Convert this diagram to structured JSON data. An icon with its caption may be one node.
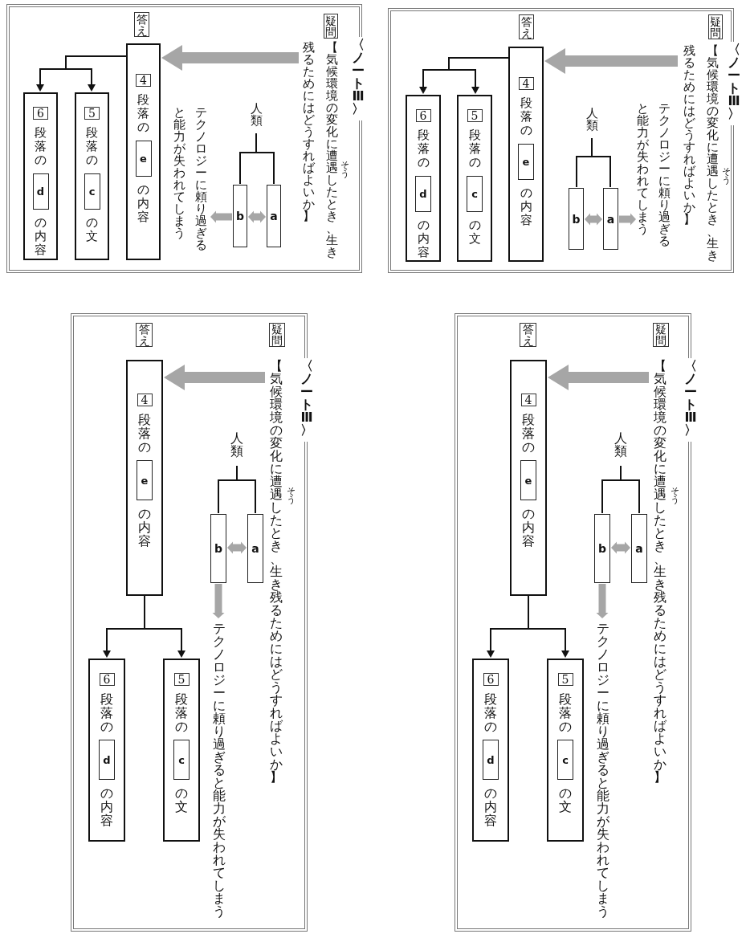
{
  "diagram": {
    "nodes": [
      {
        "text": [
          "〈ノートⅢ〉"
        ]
      },
      {
        "text": [
          "疑問"
        ],
        "in": 0
      },
      {
        "text": [
          "【気候環境の変化に遭遇したとき、生き残るためにはどうすればよいか】"
        ],
        "beside": [
          "そう"
        ],
        "in": 0
      },
      {
        "text": [
          "答え"
        ],
        "in": 0
      },
      {
        "text": [
          "段落の",
          "の内容"
        ],
        "in": 0
      },
      {
        "text": [
          "4"
        ],
        "in": 4
      },
      {
        "text": [
          "e"
        ],
        "in": 4
      },
      {
        "text": [
          "段落の",
          "の文"
        ],
        "in": 0
      },
      {
        "text": [
          "5"
        ],
        "in": 7
      },
      {
        "text": [
          "c"
        ],
        "in": 7
      },
      {
        "text": [
          "段落の",
          "の内容"
        ],
        "in": 0
      },
      {
        "text": [
          "6"
        ],
        "in": 10
      },
      {
        "text": [
          "d"
        ],
        "in": 10
      },
      {
        "text": [
          "人類"
        ],
        "in": 0
      },
      {
        "text": [
          "a"
        ],
        "in": 0
      },
      {
        "text": [
          "b"
        ],
        "in": 0
      },
      {
        "text": [
          "テクノロジーに頼り過ぎると能力が失われてしまう"
        ],
        "in": 0
      },
      {
        "text": [
          "〈ノートⅢ〉"
        ]
      },
      {
        "text": [
          "疑問"
        ],
        "in": 17
      },
      {
        "text": [
          "【気候環境の変化に遭遇したとき、生き残るためにはどうすればよいか】"
        ],
        "beside": [
          "そう"
        ],
        "in": 17
      },
      {
        "text": [
          "答え"
        ],
        "in": 17
      },
      {
        "text": [
          "段落の",
          "の内容"
        ],
        "in": 17
      },
      {
        "text": [
          "4"
        ],
        "in": 21
      },
      {
        "text": [
          "e"
        ],
        "in": 21
      },
      {
        "text": [
          "段落の",
          "の文"
        ],
        "in": 17
      },
      {
        "text": [
          "5"
        ],
        "in": 24
      },
      {
        "text": [
          "c"
        ],
        "in": 24
      },
      {
        "text": [
          "段落の",
          "の内容"
        ],
        "in": 17
      },
      {
        "text": [
          "6"
        ],
        "in": 27
      },
      {
        "text": [
          "d"
        ],
        "in": 27
      },
      {
        "text": [
          "人類"
        ],
        "in": 17
      },
      {
        "text": [
          "a"
        ],
        "in": 17
      },
      {
        "text": [
          "b"
        ],
        "in": 17
      },
      {
        "text": [
          "テクノロジーに頼り過ぎると能力が失われてしまう"
        ],
        "in": 17
      },
      {
        "text": [
          "〈ノートⅢ〉"
        ]
      },
      {
        "text": [
          "疑問"
        ],
        "in": 34
      },
      {
        "text": [
          "【気候環境の変化に遭遇したとき、生き残るためにはどうすればよいか】"
        ],
        "beside": [
          "そう"
        ],
        "in": 34
      },
      {
        "text": [
          "答え"
        ],
        "in": 34
      },
      {
        "text": [
          "段落の",
          "の内容"
        ],
        "in": 34
      },
      {
        "text": [
          "4"
        ],
        "in": 38
      },
      {
        "text": [
          "e"
        ],
        "in": 38
      },
      {
        "text": [
          "段落の",
          "の文"
        ],
        "in": 34
      },
      {
        "text": [
          "5"
        ],
        "in": 41
      },
      {
        "text": [
          "c"
        ],
        "in": 41
      },
      {
        "text": [
          "段落の",
          "の内容"
        ],
        "in": 34
      },
      {
        "text": [
          "6"
        ],
        "in": 44
      },
      {
        "text": [
          "d"
        ],
        "in": 44
      },
      {
        "text": [
          "人類"
        ],
        "in": 34
      },
      {
        "text": [
          "a"
        ],
        "in": 34
      },
      {
        "text": [
          "b"
        ],
        "in": 34
      },
      {
        "text": [
          "テクノロジーに頼り過ぎると能力が失われてしまう"
        ],
        "in": 34
      },
      {
        "text": [
          "〈ノートⅢ〉"
        ]
      },
      {
        "text": [
          "疑問"
        ],
        "in": 51
      },
      {
        "text": [
          "【気候環境の変化に遭遇したとき、生き残るためにはどうすればよいか】"
        ],
        "beside": [
          "そう"
        ],
        "in": 51
      },
      {
        "text": [
          "答え"
        ],
        "in": 51
      },
      {
        "text": [
          "段落の",
          "の内容"
        ],
        "in": 51
      },
      {
        "text": [
          "4"
        ],
        "in": 55
      },
      {
        "text": [
          "e"
        ],
        "in": 55
      },
      {
        "text": [
          "段落の",
          "の文"
        ],
        "in": 51
      },
      {
        "text": [
          "5"
        ],
        "in": 58
      },
      {
        "text": [
          "c"
        ],
        "in": 58
      },
      {
        "text": [
          "段落の",
          "の内容"
        ],
        "in": 51
      },
      {
        "text": [
          "6"
        ],
        "in": 61
      },
      {
        "text": [
          "d"
        ],
        "in": 61
      },
      {
        "text": [
          "人類"
        ],
        "in": 51
      },
      {
        "text": [
          "a"
        ],
        "in": 51
      },
      {
        "text": [
          "b"
        ],
        "in": 51
      },
      {
        "text": [
          "テクノロジーに頼り過ぎると能力が失われてしまう"
        ],
        "in": 51
      }
    ],
    "edges": [
      {
        "from": 2,
        "to": 4,
        "arrow": "to",
        "style": "thick",
        "color": "#a6a6a6"
      },
      {
        "from": 4,
        "to": 7,
        "arrow": "to",
        "color": "#111111"
      },
      {
        "from": 4,
        "to": 10,
        "arrow": "to",
        "color": "#111111"
      },
      {
        "from": 13,
        "to": 14,
        "arrow": "none",
        "color": "#111111"
      },
      {
        "from": 13,
        "to": 15,
        "arrow": "none",
        "color": "#111111"
      },
      {
        "from": 15,
        "to": 14,
        "arrow": "both",
        "style": "thick",
        "color": "#a6a6a6"
      },
      {
        "from": 15,
        "to": 16,
        "arrow": "to",
        "style": "thick",
        "color": "#a6a6a6"
      },
      {
        "from": 19,
        "to": 21,
        "arrow": "to",
        "style": "thick",
        "color": "#a6a6a6"
      },
      {
        "from": 21,
        "to": 24,
        "arrow": "to",
        "color": "#111111"
      },
      {
        "from": 21,
        "to": 27,
        "arrow": "to",
        "color": "#111111"
      },
      {
        "from": 30,
        "to": 31,
        "arrow": "none",
        "color": "#111111"
      },
      {
        "from": 30,
        "to": 32,
        "arrow": "none",
        "color": "#111111"
      },
      {
        "from": 32,
        "to": 31,
        "arrow": "both",
        "style": "thick",
        "color": "#a6a6a6"
      },
      {
        "from": 31,
        "to": 33,
        "arrow": "to",
        "style": "thick",
        "color": "#a6a6a6"
      },
      {
        "from": 36,
        "to": 38,
        "arrow": "to",
        "style": "thick",
        "color": "#a6a6a6"
      },
      {
        "from": 38,
        "to": 41,
        "arrow": "to",
        "color": "#111111"
      },
      {
        "from": 38,
        "to": 44,
        "arrow": "to",
        "color": "#111111"
      },
      {
        "from": 47,
        "to": 48,
        "arrow": "none",
        "color": "#111111"
      },
      {
        "from": 47,
        "to": 49,
        "arrow": "none",
        "color": "#111111"
      },
      {
        "from": 49,
        "to": 48,
        "arrow": "both",
        "style": "thick",
        "color": "#a6a6a6"
      },
      {
        "from": 49,
        "to": 50,
        "arrow": "to",
        "style": "thick",
        "color": "#a6a6a6"
      },
      {
        "from": 53,
        "to": 55,
        "arrow": "to",
        "style": "thick",
        "color": "#a6a6a6"
      },
      {
        "from": 55,
        "to": 58,
        "arrow": "to",
        "color": "#111111"
      },
      {
        "from": 55,
        "to": 61,
        "arrow": "to",
        "color": "#111111"
      },
      {
        "from": 64,
        "to": 65,
        "arrow": "none",
        "color": "#111111"
      },
      {
        "from": 64,
        "to": 66,
        "arrow": "none",
        "color": "#111111"
      },
      {
        "from": 66,
        "to": 65,
        "arrow": "both",
        "style": "thick",
        "color": "#a6a6a6"
      },
      {
        "from": 66,
        "to": 67,
        "arrow": "to",
        "style": "thick",
        "color": "#a6a6a6"
      }
    ]
  }
}
